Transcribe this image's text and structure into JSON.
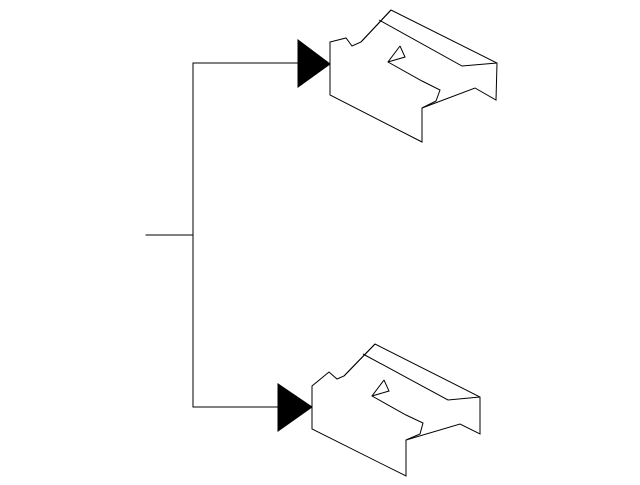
{
  "diagram": {
    "type": "part-callout",
    "callout_count": 2,
    "colors": {
      "line": "#000000",
      "arrow_fill": "#000000",
      "part_fill": "#ffffff",
      "background": "#ffffff"
    },
    "parts": [
      {
        "id": "upper",
        "kind": "bracket-clip"
      },
      {
        "id": "lower",
        "kind": "bracket-clip"
      }
    ]
  }
}
